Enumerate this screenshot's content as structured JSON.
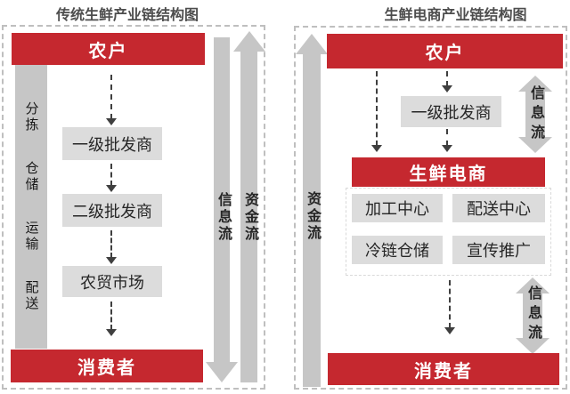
{
  "left_panel": {
    "title": "传统生鲜产业链结构图",
    "side_process": [
      "分拣",
      "仓储",
      "运输",
      "配送"
    ],
    "nodes": {
      "farmer": "农户",
      "wholesaler1": "一级批发商",
      "wholesaler2": "二级批发商",
      "market": "农贸市场",
      "consumer": "消费者"
    },
    "flows": {
      "info": "信息流",
      "capital": "资金流"
    }
  },
  "right_panel": {
    "title": "生鲜电商产业链结构图",
    "nodes": {
      "farmer": "农户",
      "wholesaler1": "一级批发商",
      "ecommerce": "生鲜电商",
      "consumer": "消费者"
    },
    "functions": [
      "加工中心",
      "配送中心",
      "冷链仓储",
      "宣传推广"
    ],
    "flows": {
      "info": "信息流",
      "capital": "资金流"
    }
  },
  "colors": {
    "node_red": "#c5282f",
    "box_gray": "#dcdcdc",
    "arrow_gray": "#c6c6c6",
    "text_dark": "#262626",
    "title_gray": "#4d4d4d",
    "panel_border": "#bfbfbf"
  }
}
